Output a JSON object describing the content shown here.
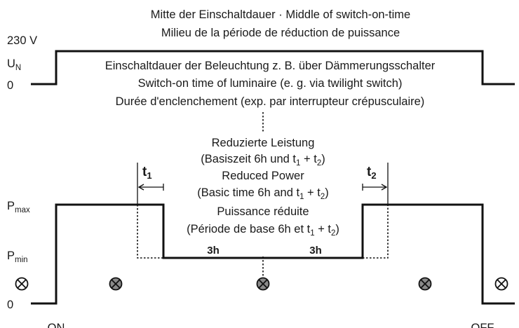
{
  "header": {
    "line1": "Mitte der Einschaltdauer · Middle of switch-on-time",
    "line2": "Milieu de la période de réduction de puissance"
  },
  "upper": {
    "voltage_label": "230 V",
    "un_label_main": "U",
    "un_label_sub": "N",
    "zero_label": "0",
    "box_line1": "Einschaltdauer der Beleuchtung z. B. über Dämmerungsschalter",
    "box_line2": "Switch-on time of luminaire (e. g. via twilight switch)",
    "box_line3": "Durée d'enclenchement (exp. par interrupteur crépusculaire)"
  },
  "center": {
    "de_title": "Reduzierte Leistung",
    "de_detail": {
      "before": "(Basiszeit 6h und t",
      "s1": "1",
      "plus": " + t",
      "s2": "2",
      "after": ")"
    },
    "en_title": "Reduced Power",
    "en_detail": {
      "before": "(Basic time 6h and t",
      "s1": "1",
      "plus": " + t",
      "s2": "2",
      "after": ")"
    },
    "fr_title": "Puissance réduite",
    "fr_detail": {
      "before": "(Période de base 6h et t",
      "s1": "1",
      "plus": " + t",
      "s2": "2",
      "after": ")"
    }
  },
  "lower": {
    "pmax_main": "P",
    "pmax_sub": "max",
    "pmin_main": "P",
    "pmin_sub": "min",
    "zero_label": "0",
    "t1_main": "t",
    "t1_sub": "1",
    "t2_main": "t",
    "t2_sub": "2",
    "segment_left": "3h",
    "segment_right": "3h",
    "on_label": "ON",
    "off_label": "OFF"
  },
  "icons": {
    "lamp_off_names": [
      "lamp-off-icon"
    ],
    "lamp_on_names": [
      "lamp-on-icon"
    ],
    "lamp_off_color": "#ffffff",
    "lamp_on_color": "#8a8a8a"
  }
}
